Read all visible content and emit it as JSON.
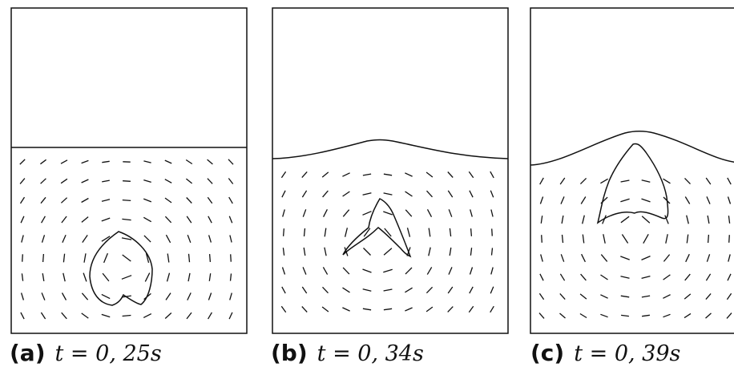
{
  "panels": [
    {
      "id": "a",
      "tag": "(a)",
      "time": "t = 0, 25s"
    },
    {
      "id": "b",
      "tag": "(b)",
      "time": "t = 0, 34s"
    },
    {
      "id": "c",
      "tag": "(c)",
      "time": "t = 0, 39s"
    }
  ]
}
